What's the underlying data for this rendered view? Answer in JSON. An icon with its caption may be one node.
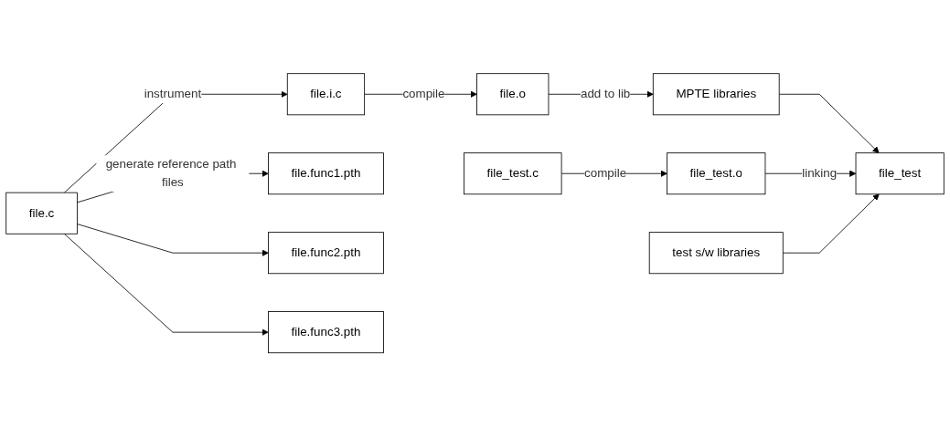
{
  "diagram": {
    "nodes": [
      {
        "text": [
          "file.c"
        ]
      },
      {
        "text": [
          "file.i.c"
        ]
      },
      {
        "text": [
          "file.o"
        ]
      },
      {
        "text": [
          "MPTE libraries"
        ]
      },
      {
        "text": [
          "file_test.c"
        ]
      },
      {
        "text": [
          "file_test.o"
        ]
      },
      {
        "text": [
          "file_test"
        ]
      },
      {
        "text": [
          "test s/w libraries"
        ]
      },
      {
        "text": [
          "file.func1.pth"
        ]
      },
      {
        "text": [
          "file.func2.pth"
        ]
      },
      {
        "text": [
          "file.func3.pth"
        ]
      }
    ],
    "edges": [
      {
        "from": 0,
        "to": 1,
        "arrow": "to",
        "label": "instrument"
      },
      {
        "from": 1,
        "to": 2,
        "arrow": "to",
        "label": "compile"
      },
      {
        "from": 2,
        "to": 3,
        "arrow": "to",
        "label": "add to lib"
      },
      {
        "from": 4,
        "to": 5,
        "arrow": "to",
        "label": "compile"
      },
      {
        "from": 3,
        "to": 6,
        "arrow": "to"
      },
      {
        "from": 5,
        "to": 6,
        "arrow": "to",
        "label": "linking"
      },
      {
        "from": 7,
        "to": 6,
        "arrow": "to"
      },
      {
        "from": 0,
        "to": 8,
        "arrow": "to",
        "label": "generate reference path files"
      },
      {
        "from": 0,
        "to": 9,
        "arrow": "to"
      },
      {
        "from": 0,
        "to": 10,
        "arrow": "to"
      }
    ]
  }
}
